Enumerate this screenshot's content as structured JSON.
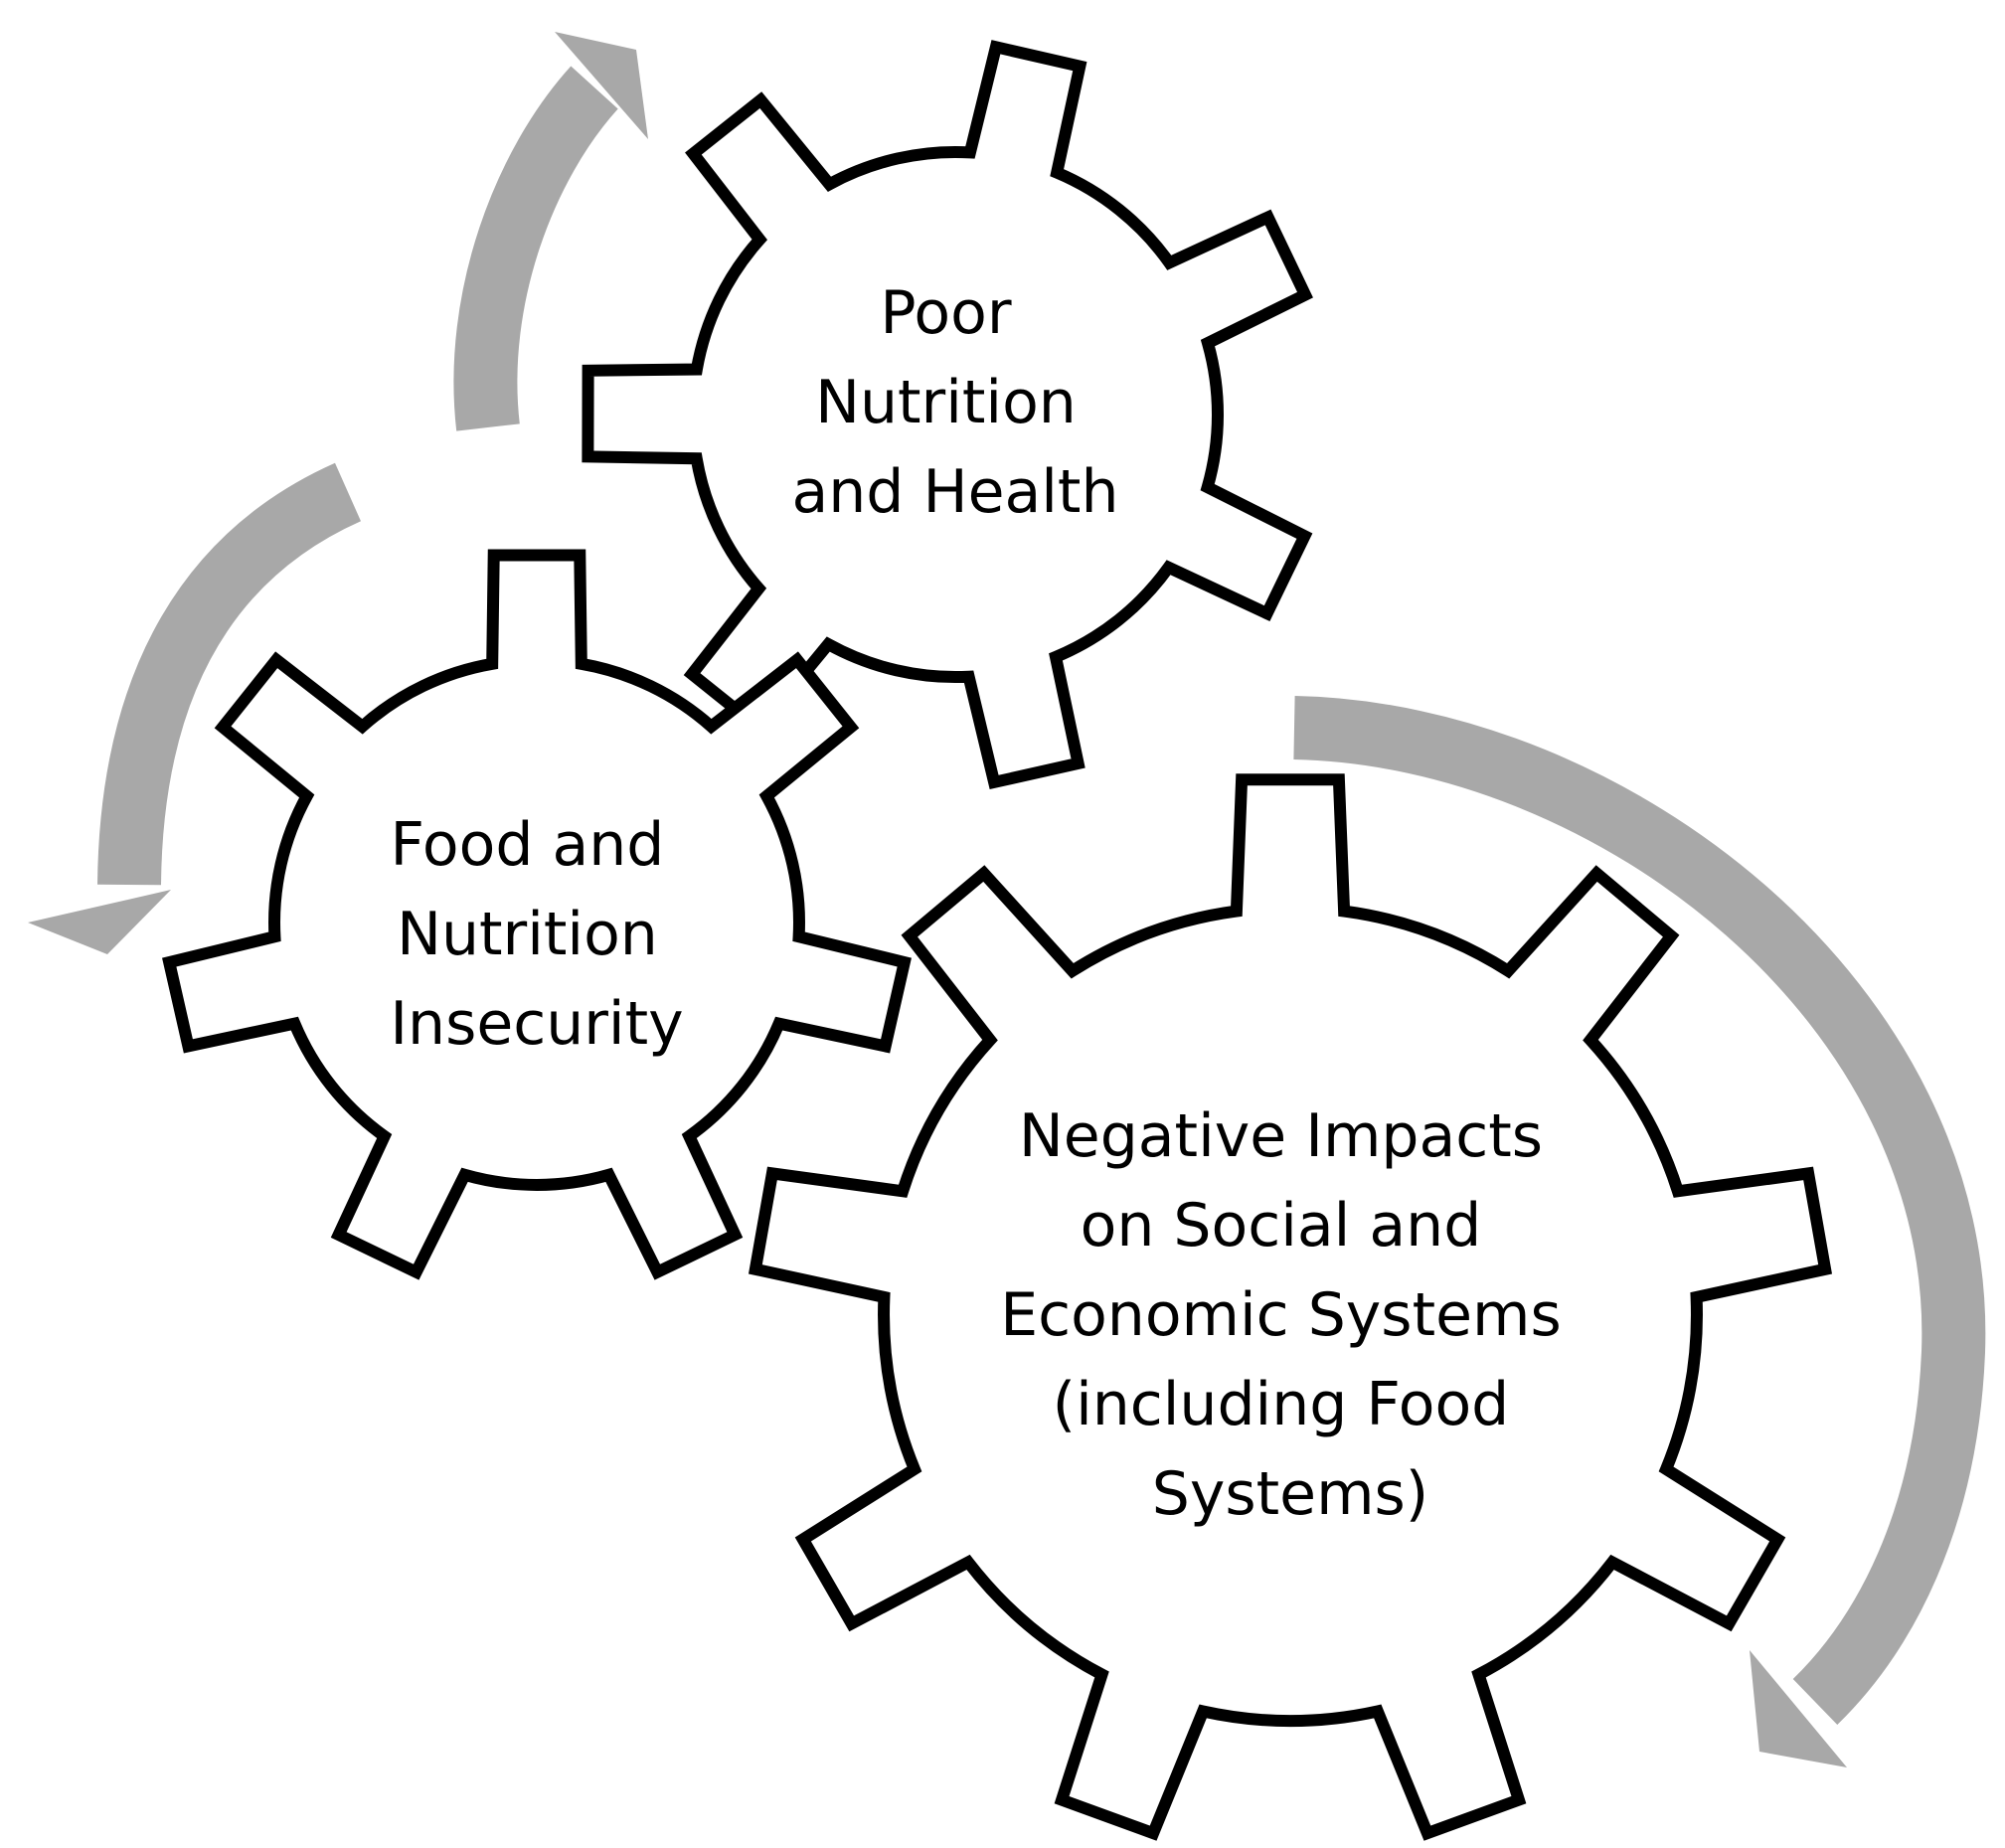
{
  "diagram": {
    "gears": [
      {
        "id": "poor-nutrition-health",
        "lines": [
          "Poor",
          "Nutrition",
          "and Health"
        ]
      },
      {
        "id": "food-nutrition-insecurity",
        "lines": [
          "Food and",
          "Nutrition",
          "Insecurity"
        ]
      },
      {
        "id": "negative-impacts",
        "lines": [
          "Negative Impacts",
          "on Social and",
          "Economic Systems",
          "(including Food",
          "Systems)"
        ]
      }
    ],
    "colors": {
      "gear_outline": "#000000",
      "gear_fill": "#ffffff",
      "arrow": "#a8a8a8",
      "text": "#000000"
    },
    "icons": [
      "curved-arrow-icon"
    ]
  }
}
